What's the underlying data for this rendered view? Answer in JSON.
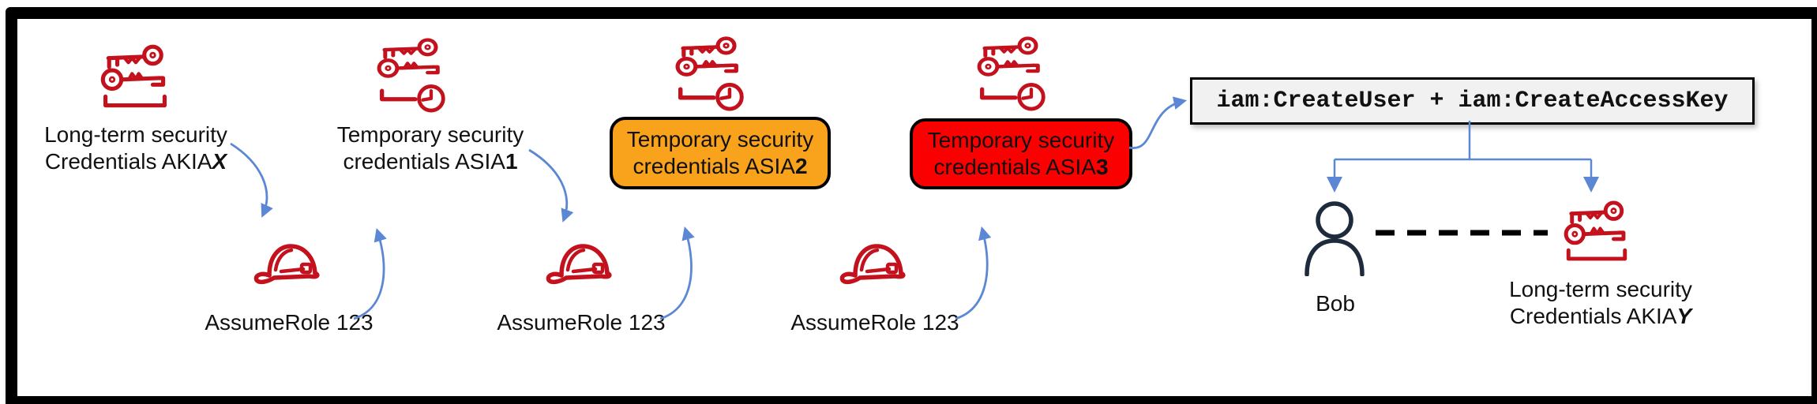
{
  "stages": [
    {
      "line1": "Long-term security",
      "line2_prefix": "Credentials AKIA",
      "line2_em": "X",
      "emphasis_style": "bold-italic",
      "box": "none"
    },
    {
      "line1": "Temporary security",
      "line2_prefix": "credentials ASIA",
      "line2_em": "1",
      "emphasis_style": "bold",
      "box": "none"
    },
    {
      "line1": "Temporary security",
      "line2_prefix": "credentials ASIA",
      "line2_em": "2",
      "emphasis_style": "bold",
      "box": "orange"
    },
    {
      "line1": "Temporary security",
      "line2_prefix": "credentials ASIA",
      "line2_em": "3",
      "emphasis_style": "bold",
      "box": "red"
    }
  ],
  "assume_role_labels": [
    "AssumeRole 123",
    "AssumeRole 123",
    "AssumeRole 123"
  ],
  "code_box": {
    "text": "iam:CreateUser + iam:CreateAccessKey"
  },
  "person": {
    "label": "Bob"
  },
  "final_credentials": {
    "line1": "Long-term security",
    "line2_prefix": "Credentials AKIA",
    "line2_em": "Y",
    "emphasis_style": "bold-italic"
  },
  "icons": {
    "long_term": "long-term-access-keys-icon",
    "temporary": "temporary-access-keys-clock-icon",
    "role": "assume-role-hard-hat-icon",
    "user": "iam-user-person-icon"
  },
  "colors": {
    "icon_red": "#C3121E",
    "box_orange": "#F9A21B",
    "box_red": "#FA0000",
    "arrow_blue": "#5B87D5",
    "person_navy": "#1E2B3C",
    "code_box_bg": "#F1F1F1"
  }
}
